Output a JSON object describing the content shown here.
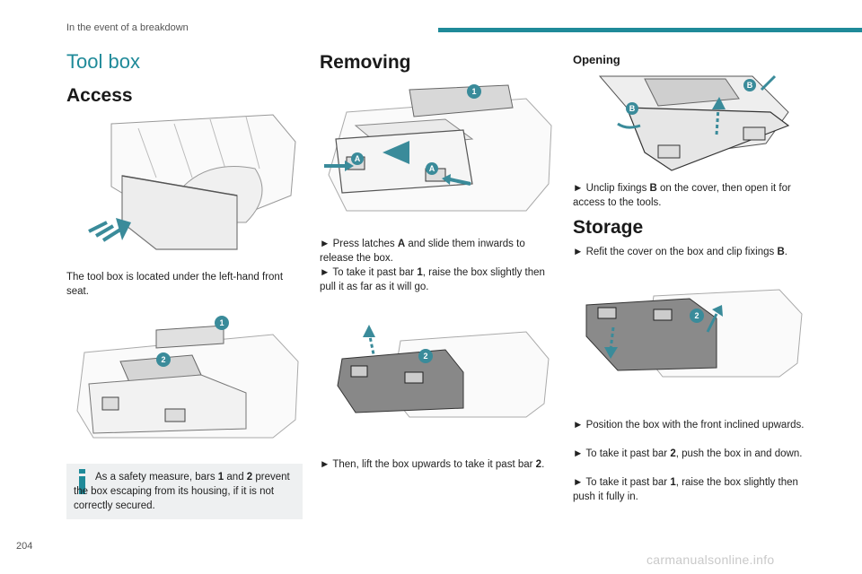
{
  "header": {
    "section": "In the event of a breakdown"
  },
  "page_number": "204",
  "watermark": "carmanualsonline.info",
  "col1": {
    "title": "Tool box",
    "heading": "Access",
    "para": "The tool box is located under the left-hand front seat.",
    "note": {
      "p1": "As a safety measure, bars ",
      "b1": "1",
      "p2": " and ",
      "b2": "2",
      "p3": " prevent the box escaping from its housing, if it is not correctly secured."
    },
    "labels": {
      "bar1": "1",
      "bar2": "2"
    }
  },
  "col2": {
    "heading": "Removing",
    "step1a": "► Press latches ",
    "step1b": "A",
    "step1c": " and slide them inwards to release the box.",
    "step2a": "► To take it past bar ",
    "step2b": "1",
    "step2c": ", raise the box slightly then pull it as far as it will go.",
    "step3a": "► Then, lift the box upwards to take it past bar ",
    "step3b": "2",
    "step3c": ".",
    "labels": {
      "bar1": "1",
      "latchA": "A",
      "bar2": "2"
    }
  },
  "col3": {
    "sub": "Opening",
    "open_a": "► Unclip fixings ",
    "open_b": "B",
    "open_c": " on the cover, then open it for access to the tools.",
    "heading": "Storage",
    "store_a": "► Refit the cover on the box and clip fixings ",
    "store_b": "B",
    "store_c": ".",
    "pos1": "► Position the box with the front inclined upwards.",
    "pos2a": "► To take it past bar ",
    "pos2b": "2",
    "pos2c": ", push the box in and down.",
    "pos3a": "► To take it past bar ",
    "pos3b": "1",
    "pos3c": ", raise the box slightly then push it fully in.",
    "labels": {
      "fixB": "B",
      "bar2": "2"
    }
  },
  "colors": {
    "accent": "#1f8a99",
    "callout": "#3a8b9a",
    "note_bg": "#eef0f1"
  }
}
